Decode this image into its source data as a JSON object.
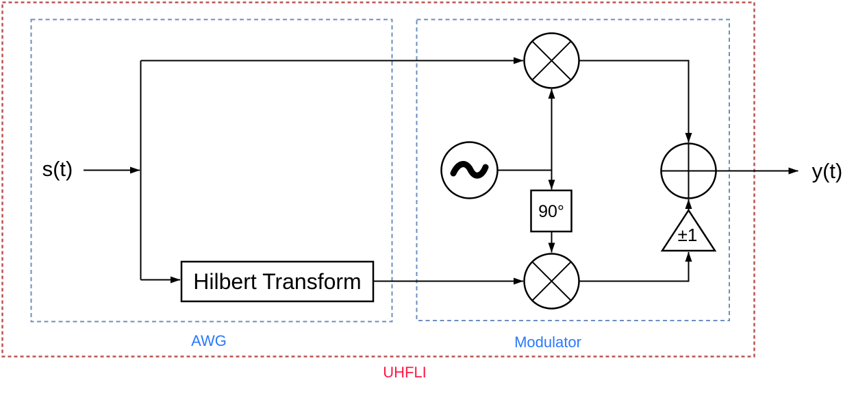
{
  "diagram": {
    "labels": {
      "input": "s(t)",
      "output": "y(t)",
      "hilbert": "Hilbert Transform",
      "phase_shift": "90°",
      "gain": "±1"
    },
    "containers": {
      "awg": "AWG",
      "modulator": "Modulator",
      "uhfli": "UHFLI"
    },
    "icons": {
      "oscillator": "sine-wave-icon",
      "multiplier": "multiply-cross-icon",
      "summer": "plus-cross-icon"
    },
    "colors": {
      "line_black": "#000000",
      "container_border_blue": "#6c8ebf",
      "container_border_red": "#b85450",
      "label_blue": "#2979ff",
      "label_red": "#ff1744",
      "background": "#ffffff"
    }
  }
}
